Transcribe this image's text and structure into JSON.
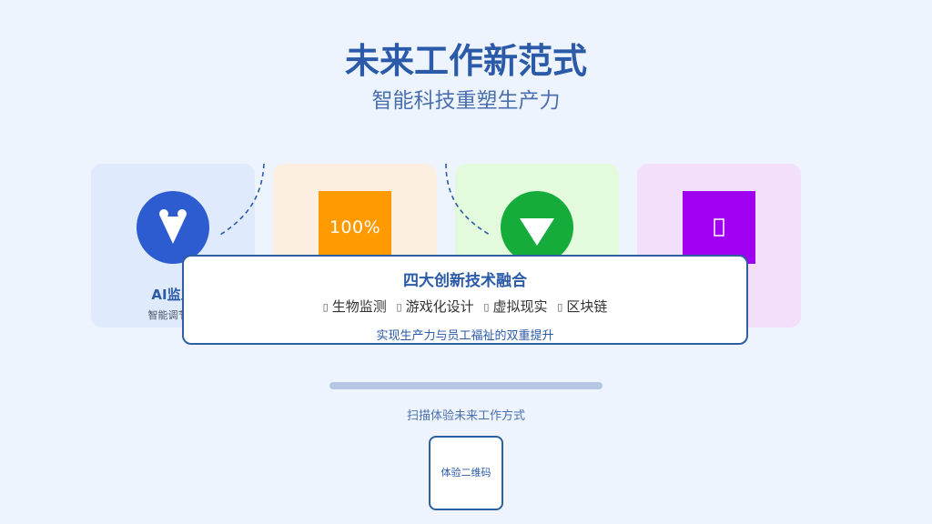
{
  "header": {
    "title": "未来工作新范式",
    "subtitle": "智能科技重塑生产力"
  },
  "cards": [
    {
      "icon": "ai-monitor-icon",
      "color": "#2d5bd0",
      "title": "AI监工",
      "desc": "智能调节工"
    },
    {
      "icon": "percent-badge-icon",
      "color": "#ff9a00",
      "badge_text": "100%"
    },
    {
      "icon": "down-triangle-icon",
      "color": "#16ac3c"
    },
    {
      "icon": "glyph-icon",
      "color": "#a000f0",
      "badge_text": ""
    }
  ],
  "overlay": {
    "title": "四大创新技术融合",
    "tech": [
      {
        "icon": "biometric-icon",
        "label": "生物监测"
      },
      {
        "icon": "gamepad-icon",
        "label": "游戏化设计"
      },
      {
        "icon": "vr-icon",
        "label": "虚拟现实"
      },
      {
        "icon": "blockchain-icon",
        "label": "区块链"
      }
    ],
    "footer": "实现生产力与员工福祉的双重提升"
  },
  "scan": {
    "text": "扫描体验未来工作方式",
    "qr_label": "体验二维码"
  }
}
